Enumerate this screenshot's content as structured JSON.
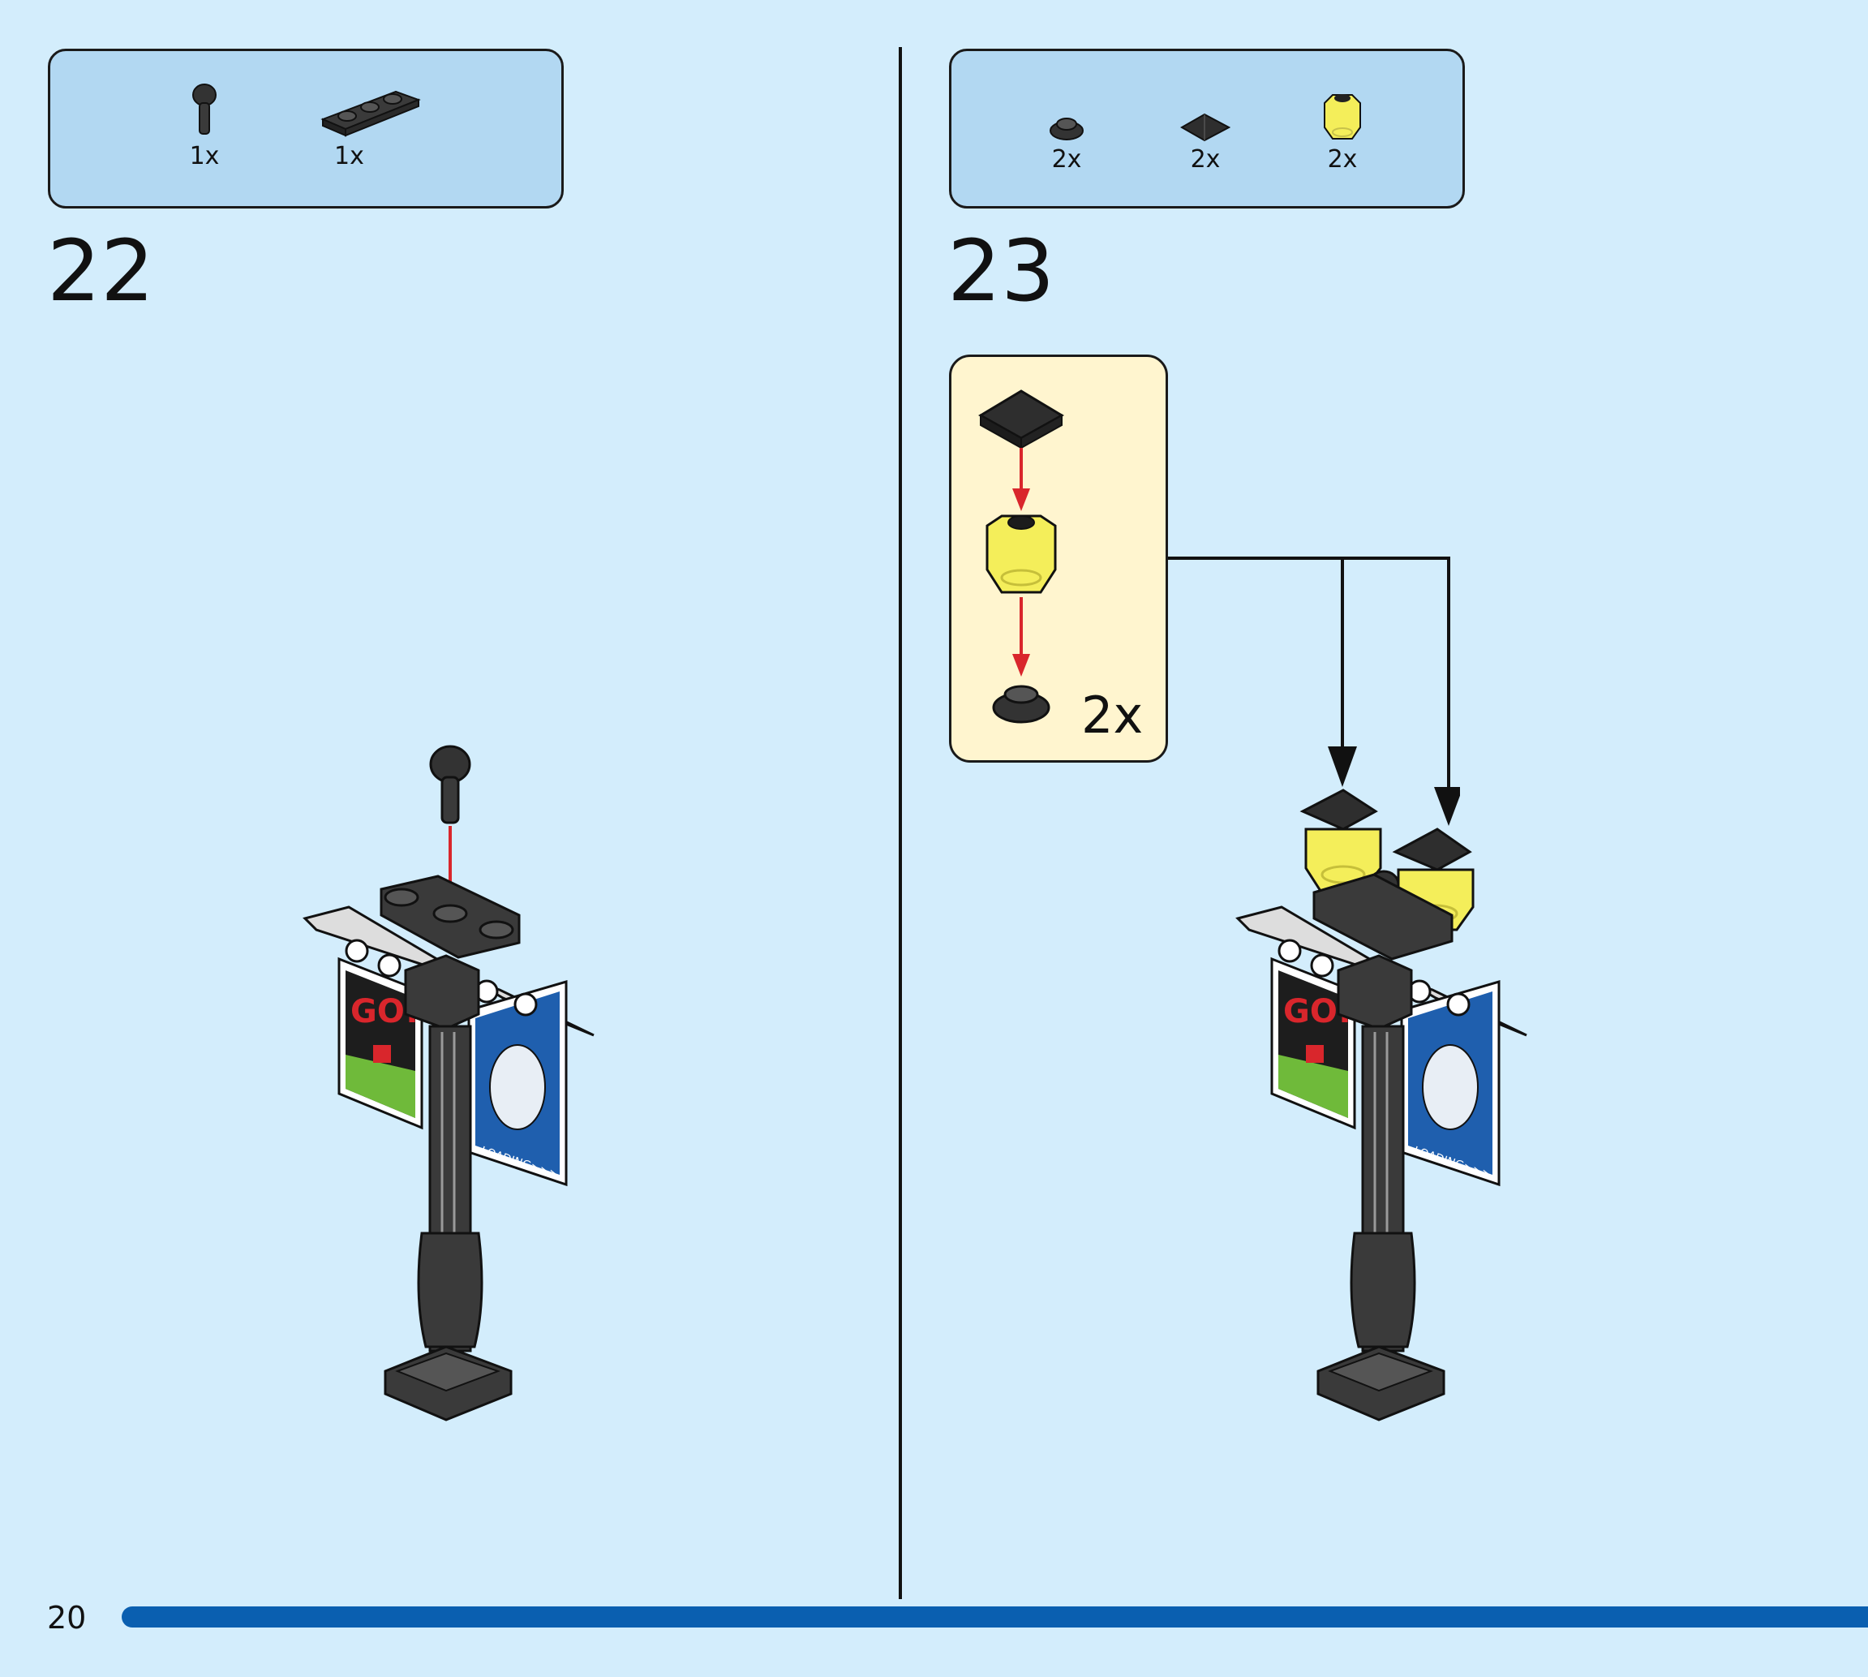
{
  "page_number": "20",
  "step22": {
    "number": "22",
    "parts": [
      {
        "icon": "round-post-icon",
        "qty": "1x"
      },
      {
        "icon": "plate-1x3-icon",
        "qty": "1x"
      }
    ]
  },
  "step23": {
    "number": "23",
    "parts": [
      {
        "icon": "round-plate-icon",
        "qty": "2x"
      },
      {
        "icon": "pyramid-cap-icon",
        "qty": "2x"
      },
      {
        "icon": "yellow-lantern-icon",
        "qty": "2x"
      }
    ],
    "callout_qty": "2x"
  },
  "poster_text": {
    "go": "GO!",
    "loading": "LOADING>>>"
  },
  "colors": {
    "background": "#d3edfc",
    "parts_box": "#b2d8f2",
    "callout": "#fff5cf",
    "progress_bar": "#0a5fb0",
    "arrow_red": "#d9262c",
    "lamp_dark": "#3a3a3a",
    "lantern_yellow": "#f4ee5a"
  },
  "progress": 1.0
}
